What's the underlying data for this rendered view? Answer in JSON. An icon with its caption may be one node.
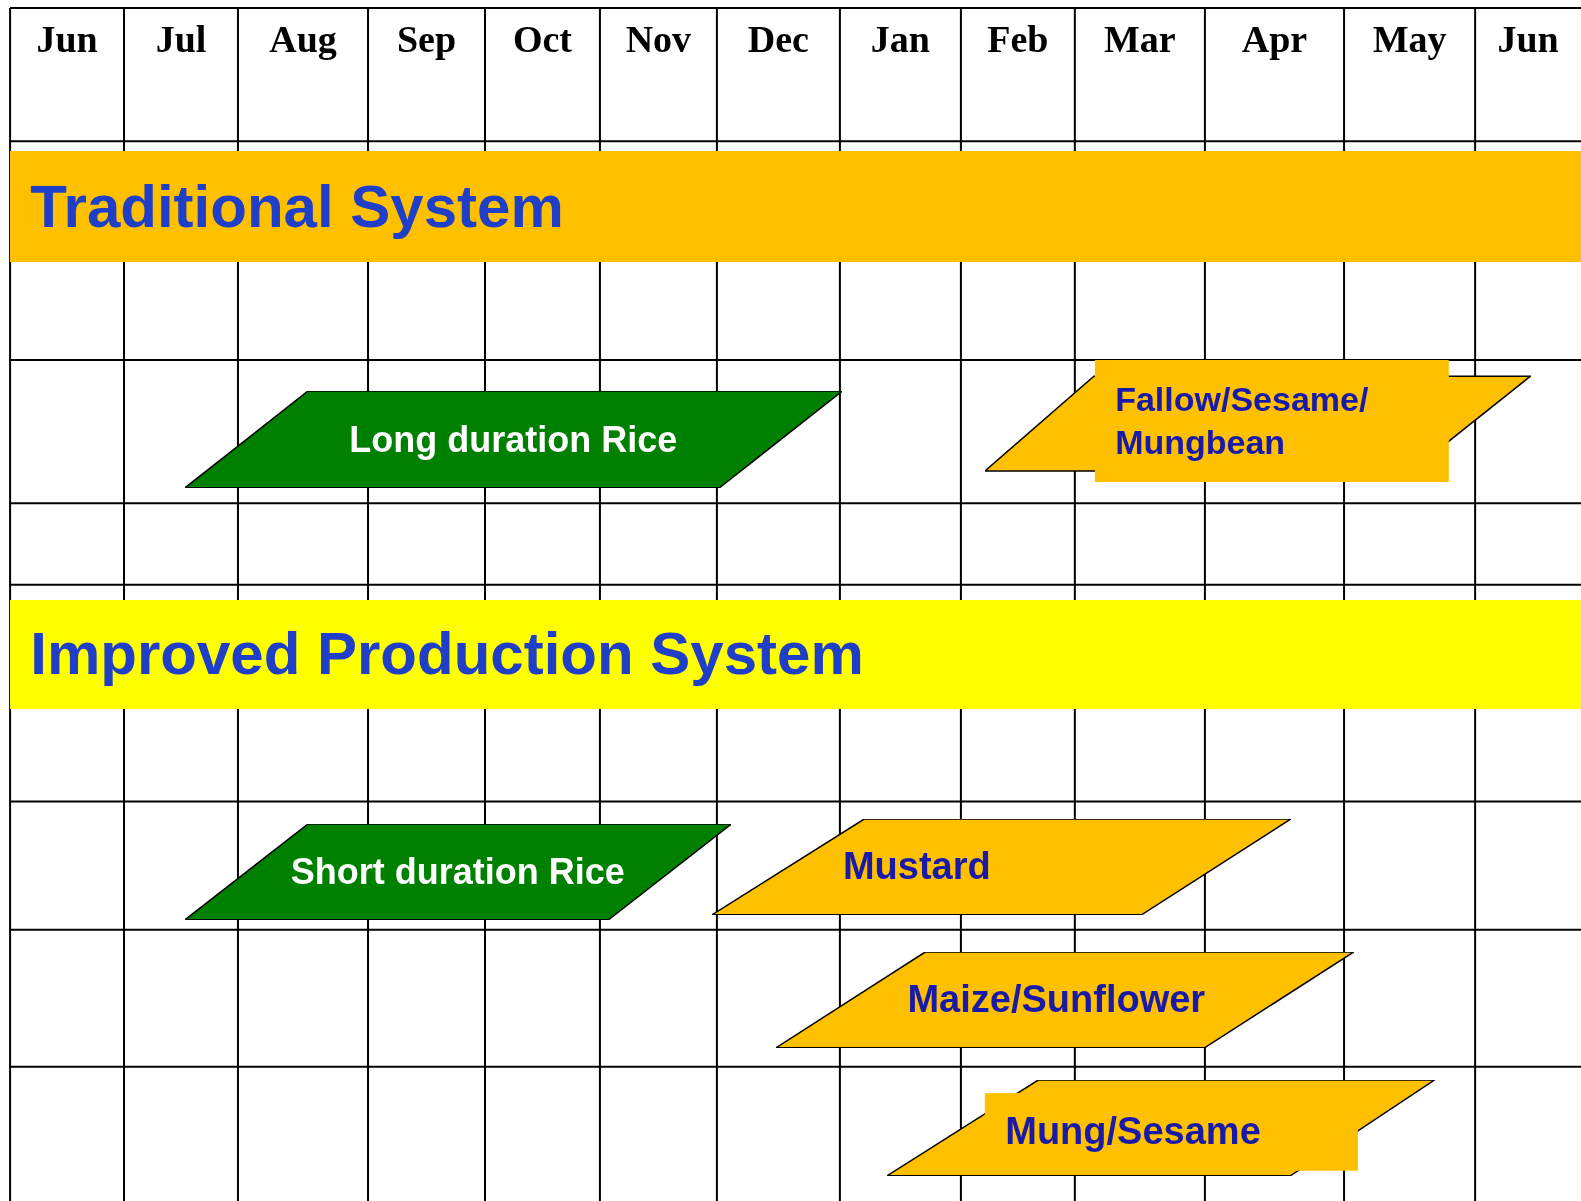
{
  "diagram": {
    "nodes": [
      {
        "text": [
          "Traditional System"
        ]
      },
      {
        "text": [
          "Long duration Rice"
        ]
      },
      {
        "text": [
          "Fallow/Sesame/ Mungbean"
        ]
      },
      {
        "text": [
          "Improved Production System"
        ]
      },
      {
        "text": [
          "Short duration Rice"
        ]
      },
      {
        "text": [
          "Mustard"
        ]
      },
      {
        "text": [
          "Maize/Sunflower"
        ]
      },
      {
        "text": [
          "Mung/Sesame"
        ]
      }
    ],
    "labels": [
      "Jun",
      "Jul",
      "Aug",
      "Sep",
      "Oct",
      "Nov",
      "Dec",
      "Jan",
      "Feb",
      "Mar",
      "Apr",
      "May",
      "Jun"
    ]
  }
}
